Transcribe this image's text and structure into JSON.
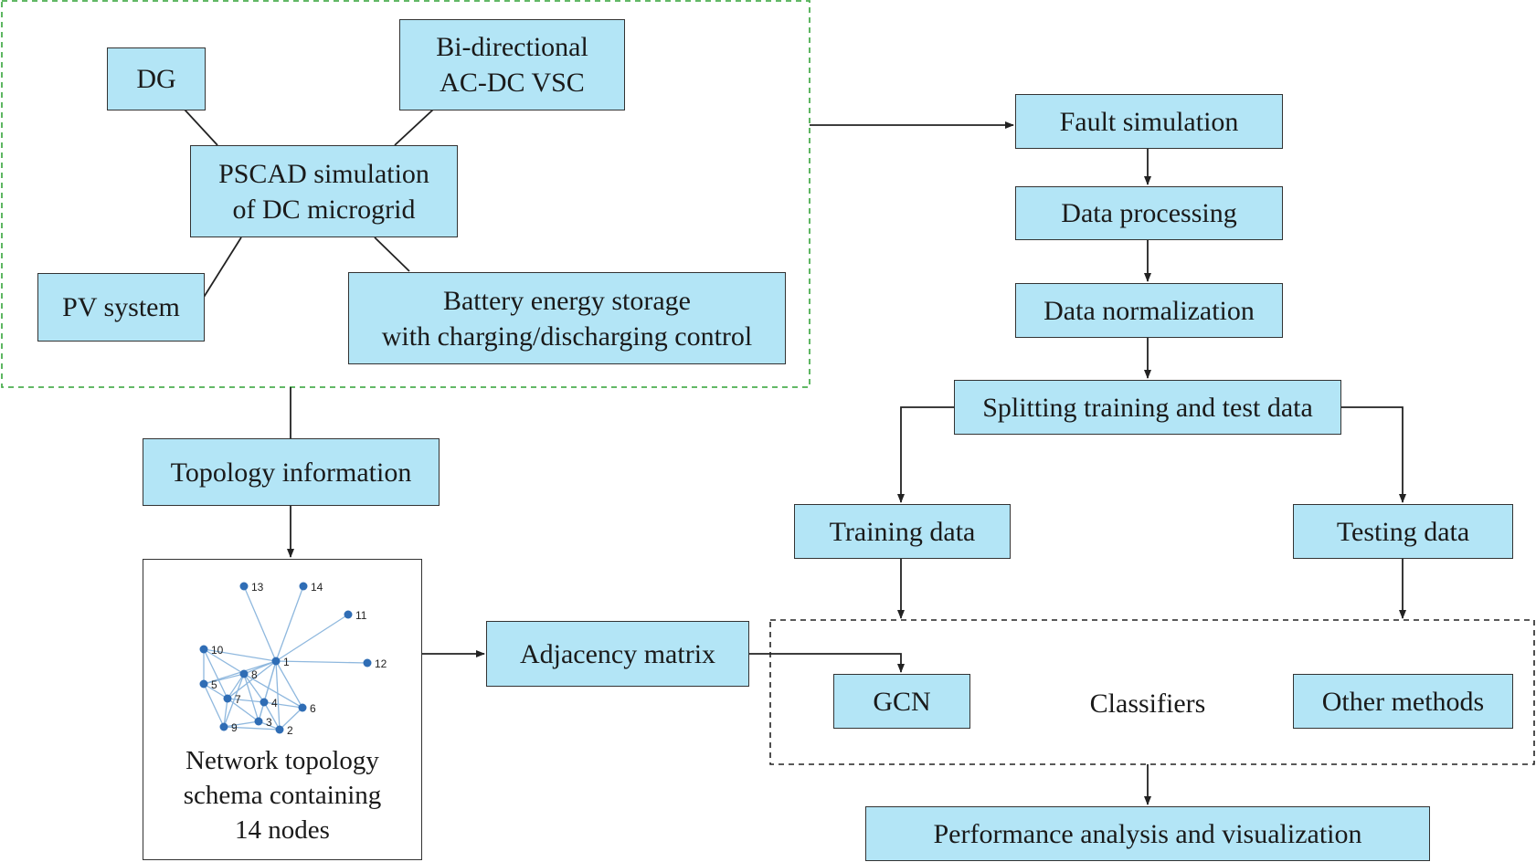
{
  "nodes": {
    "dg": "DG",
    "vsc": "Bi-directional\nAC-DC VSC",
    "pscad": "PSCAD simulation\nof DC microgrid",
    "pv": "PV system",
    "battery": "Battery energy storage\nwith charging/discharging control",
    "fault": "Fault simulation",
    "processing": "Data processing",
    "normalization": "Data normalization",
    "splitting": "Splitting training and test data",
    "training": "Training data",
    "testing": "Testing data",
    "topology": "Topology information",
    "adjacency": "Adjacency matrix",
    "gcn": "GCN",
    "classifiers": "Classifiers",
    "other": "Other methods",
    "performance": "Performance analysis and visualization",
    "network_caption": "Network topology\nschema containing\n14 nodes"
  },
  "graph": {
    "node_labels": [
      "1",
      "2",
      "3",
      "4",
      "5",
      "6",
      "7",
      "8",
      "9",
      "10",
      "11",
      "12",
      "13",
      "14"
    ]
  },
  "colors": {
    "box_fill": "#b3e5f6",
    "group_border": "#4caf50",
    "graph_node": "#2f6db5",
    "graph_edge": "#8fb8de"
  }
}
